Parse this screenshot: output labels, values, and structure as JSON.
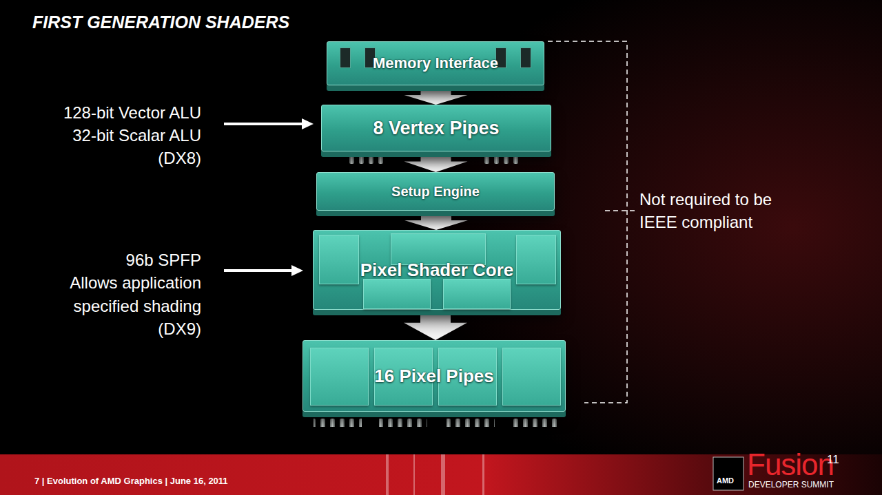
{
  "diagram": {
    "title": "FIRST GENERATION SHADERS",
    "nodes": [
      {
        "text": [
          "Memory Interface"
        ]
      },
      {
        "text": [
          "8 Vertex Pipes"
        ]
      },
      {
        "text": [
          "Setup Engine"
        ]
      },
      {
        "text": [
          "Pixel Shader Core"
        ]
      },
      {
        "text": [
          "16 Pixel Pipes"
        ]
      }
    ],
    "edges": [
      {
        "from": 0,
        "to": 1,
        "arrow": "to"
      },
      {
        "from": 1,
        "to": 2,
        "arrow": "to"
      },
      {
        "from": 2,
        "to": 3,
        "arrow": "to"
      },
      {
        "from": 3,
        "to": 4,
        "arrow": "to"
      }
    ],
    "labels": [
      "128-bit Vector ALU",
      "32-bit Scalar ALU",
      "(DX8)",
      "96b SPFP",
      "Allows application",
      "specified shading",
      "(DX9)",
      "Not required to be",
      "IEEE compliant",
      "7 | Evolution of AMD Graphics | June 16, 2011",
      "AMD",
      "Fusion",
      "11",
      "DEVELOPER SUMMIT"
    ]
  }
}
